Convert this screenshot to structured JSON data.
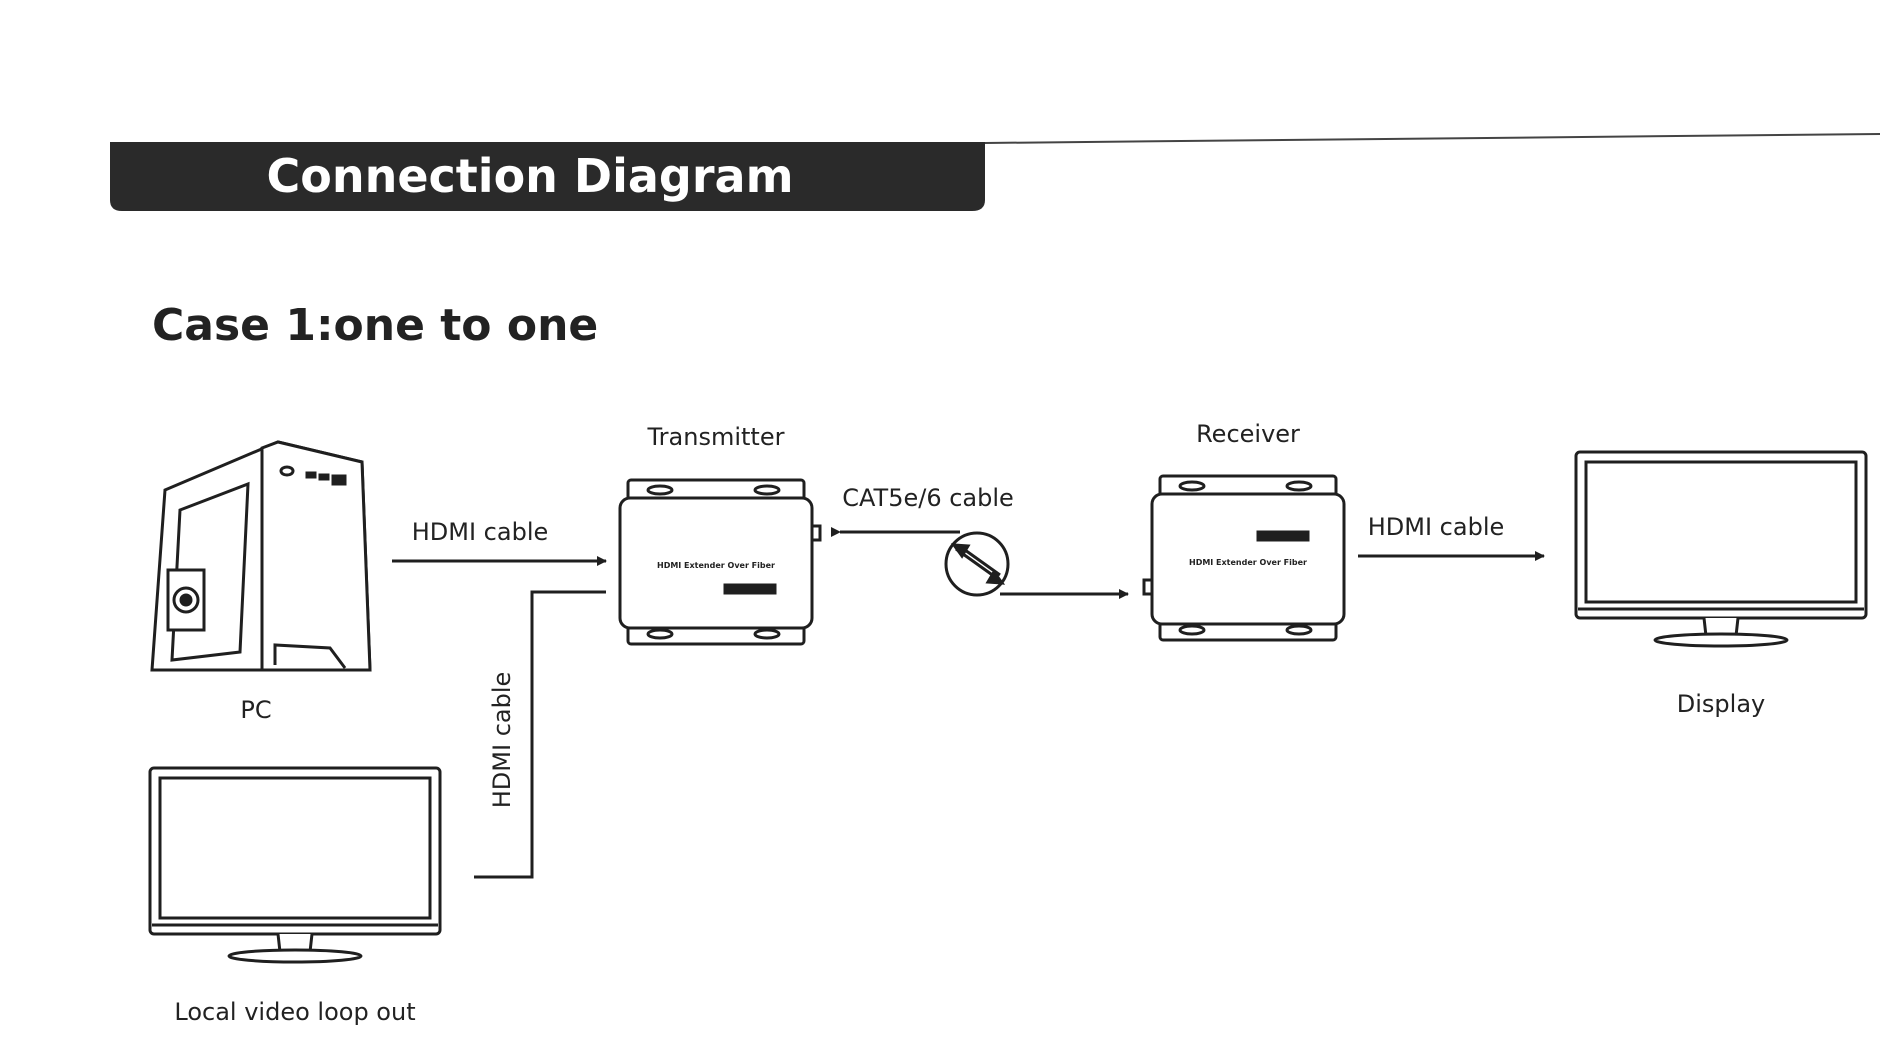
{
  "header": {
    "title": "Connection Diagram",
    "bar_color": "#2a2a2a",
    "title_color": "#ffffff"
  },
  "case_title": "Case 1:one to one",
  "devices": {
    "pc": {
      "label": "PC",
      "icon": "desktop-tower-icon"
    },
    "local_monitor": {
      "label": "Local video loop out",
      "icon": "monitor-icon"
    },
    "transmitter": {
      "label": "Transmitter",
      "panel_text": "HDMI Extender Over Fiber",
      "icon": "extender-box-icon"
    },
    "receiver": {
      "label": "Receiver",
      "panel_text": "HDMI Extender Over Fiber",
      "icon": "extender-box-icon"
    },
    "display": {
      "label": "Display",
      "icon": "monitor-icon"
    }
  },
  "connections": {
    "pc_to_transmitter": "HDMI cable",
    "loop_out": "HDMI cable",
    "transmitter_to_receiver": "CAT5e/6 cable",
    "receiver_to_display": "HDMI cable"
  },
  "line_color": "#1f1f1f"
}
